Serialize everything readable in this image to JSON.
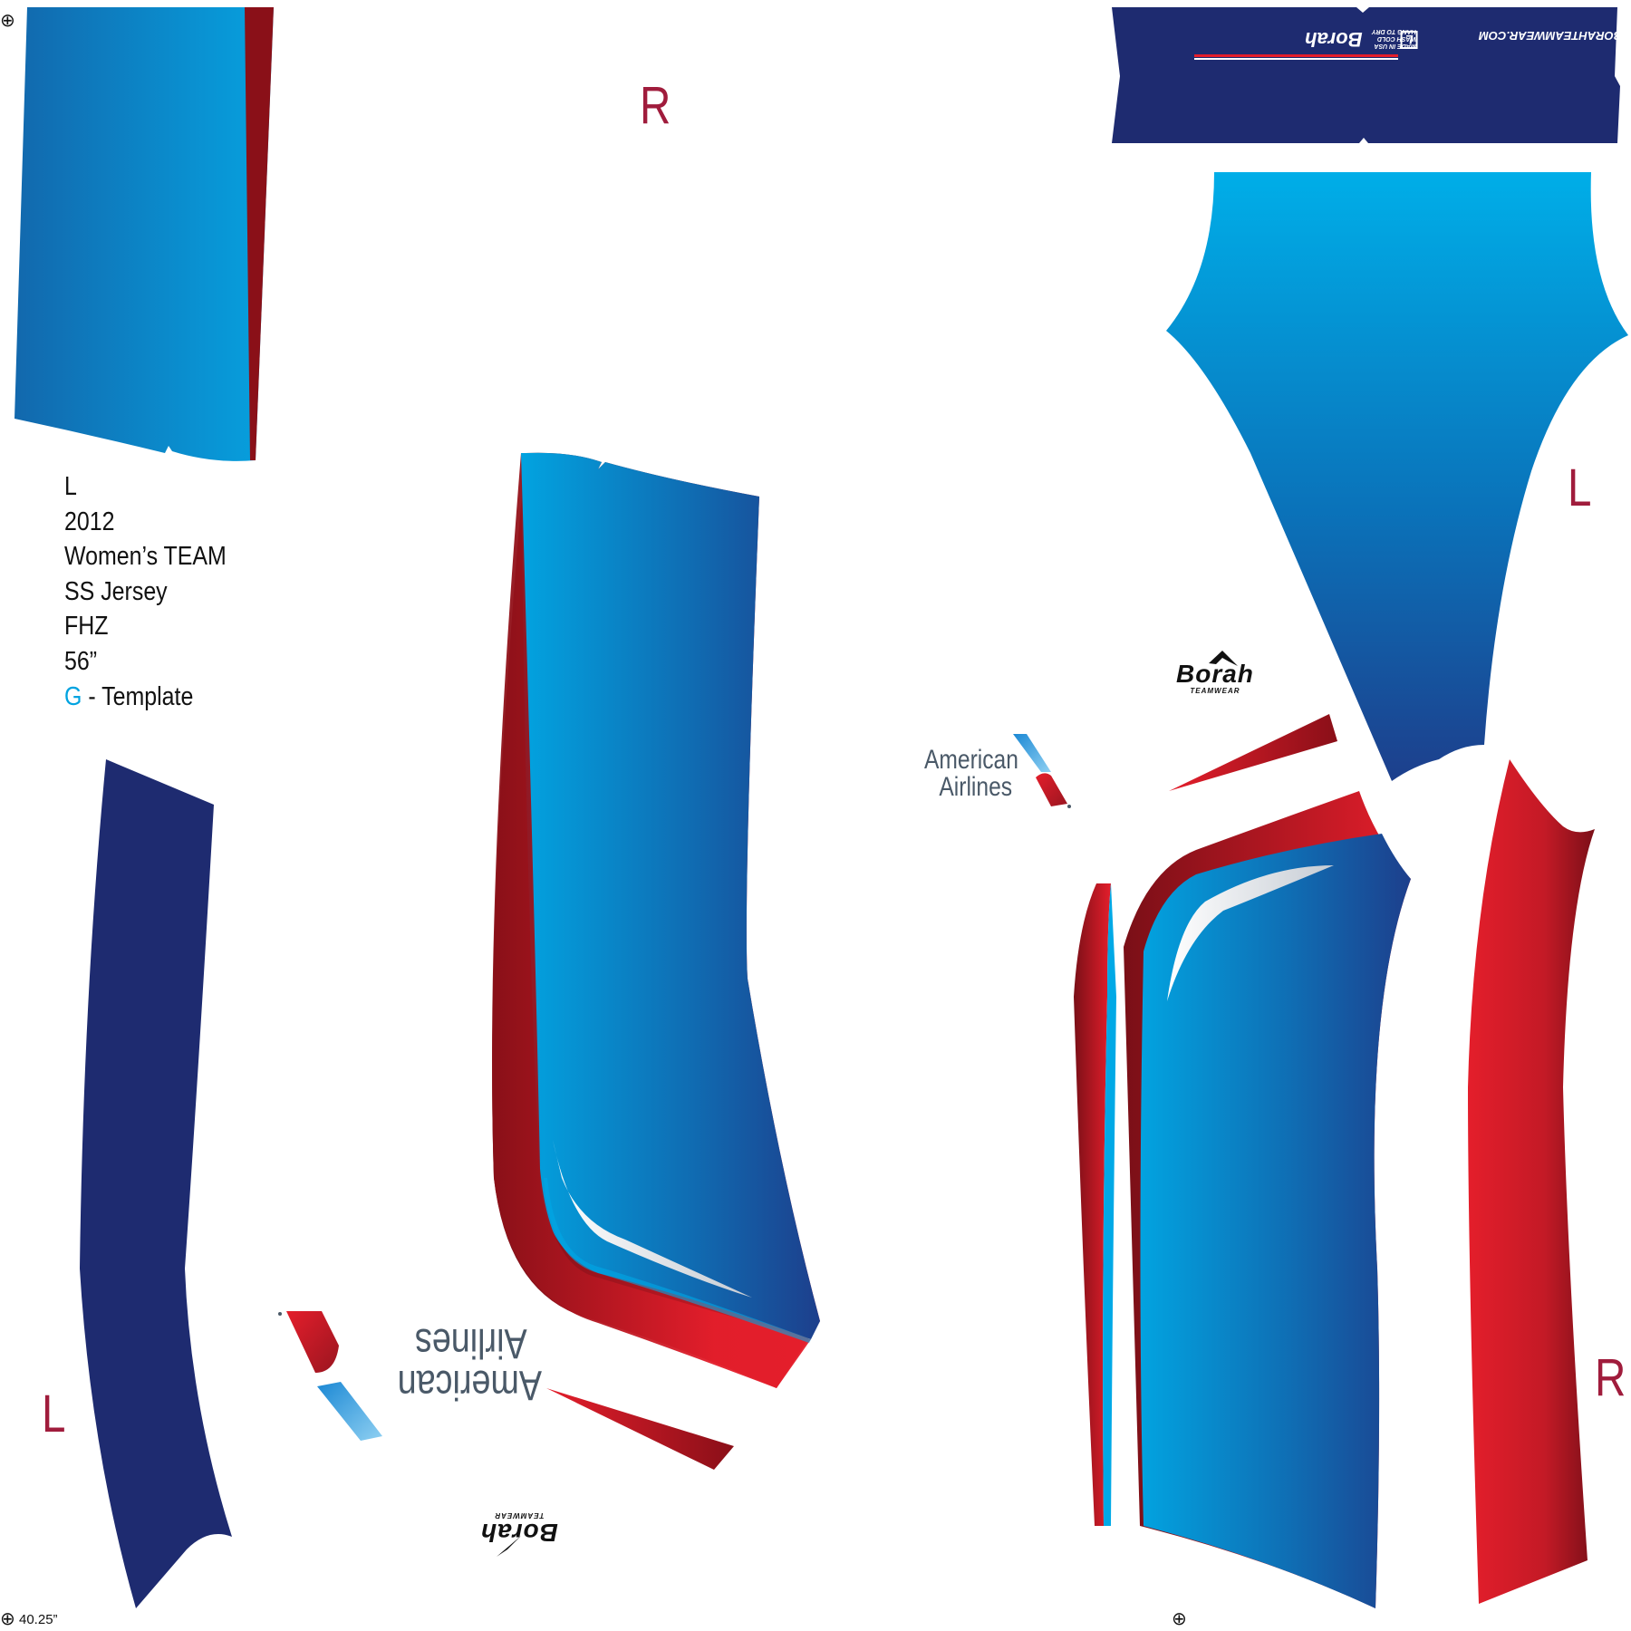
{
  "colors": {
    "navy": "#1e2b70",
    "light_blue": "#00a9e6",
    "mid_blue": "#0a6fb7",
    "dark_blue": "#1d3f8c",
    "red": "#e41e2b",
    "dark_red": "#7b0f18",
    "label_red": "#a01c3c",
    "aa_gray": "#4a5968",
    "template_blue": "#00a3e0"
  },
  "panel_labels": {
    "top_center": "R",
    "right_upper": "L",
    "left_lower": "L",
    "right_lower": "R"
  },
  "spec": {
    "size": "L",
    "model_code": "2012",
    "name": "Women’s TEAM",
    "type": "SS Jersey",
    "zip": "FHZ",
    "zip_length": "56”",
    "template_letter": "G",
    "template_text": " - Template"
  },
  "measurement": "40.25”",
  "registration_mark": "⊕",
  "logos": {
    "american_line1": "American",
    "american_line2": "Airlines",
    "borah_name": "Borah",
    "borah_sub": "TEAMWEAR"
  },
  "collar": {
    "url": "BORAHTEAMWEAR.COM",
    "tag_size": "L",
    "tag_line1": "MADE IN USA",
    "tag_line2": "WASH COLD",
    "tag_line3": "HANG TO DRY"
  }
}
